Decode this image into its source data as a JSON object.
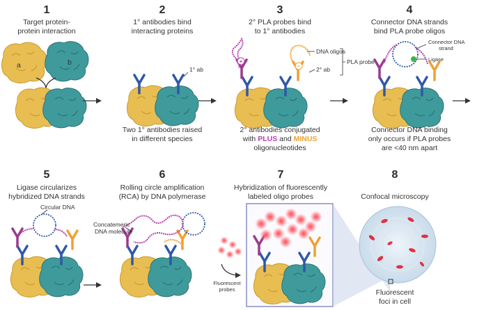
{
  "steps": [
    {
      "number": "1",
      "title": [
        "Target protein-",
        "protein interaction"
      ],
      "caption": []
    },
    {
      "number": "2",
      "title": [
        "1° antibodies bind",
        "interacting proteins"
      ],
      "caption": [
        "Two 1° antibodies raised",
        "in different species"
      ]
    },
    {
      "number": "3",
      "title": [
        "2° PLA probes bind",
        "to 1° antibodies"
      ],
      "caption": [
        "2° antibodies conjugated",
        "with",
        "PLUS",
        "and",
        "MINUS",
        "oligonucleotides"
      ]
    },
    {
      "number": "4",
      "title": [
        "Connector DNA strands",
        "bind PLA probe oligos"
      ],
      "caption": [
        "Connector DNA binding",
        "only occurs if PLA probes",
        "are <40 nm apart"
      ]
    },
    {
      "number": "5",
      "title": [
        "Ligase circularizes",
        "hybridized DNA strands"
      ],
      "caption": []
    },
    {
      "number": "6",
      "title": [
        "Rolling circle amplification",
        "(RCA)  by DNA polymerase"
      ],
      "caption": []
    },
    {
      "number": "7",
      "title": [
        "Hybridization of fluorescently",
        "labeled oligo probes"
      ],
      "caption": []
    },
    {
      "number": "8",
      "title": [
        "Confocal microscopy"
      ],
      "caption": [
        "Fluorescent",
        "foci in cell"
      ]
    }
  ],
  "labels": {
    "protein_a": "a",
    "protein_b": "b",
    "primary_ab": "1° ab",
    "dna_oligos": "DNA oligos",
    "secondary_ab": "2° ab",
    "pla_probe": "PLA probe",
    "connector_dna": [
      "Connector DNA",
      "strand"
    ],
    "ligase": "Ligase",
    "circular_dna": "Circular DNA",
    "concatemeric": [
      "Concatemeric",
      "DNA molecule"
    ],
    "fluorescent_probes": [
      "Fluorescent",
      "probes"
    ],
    "plus_sign": "+",
    "minus_sign": "−"
  },
  "colors": {
    "protein_a": "#e8bd52",
    "protein_b": "#3f9a9b",
    "ab_purple": "#9b3a8e",
    "ab_blue": "#2f58a8",
    "ab_orange": "#f0a030",
    "plus": "#b63fb0",
    "minus": "#f0a030",
    "fluor": "#e03040",
    "panel_border": "#8a8fc0"
  }
}
